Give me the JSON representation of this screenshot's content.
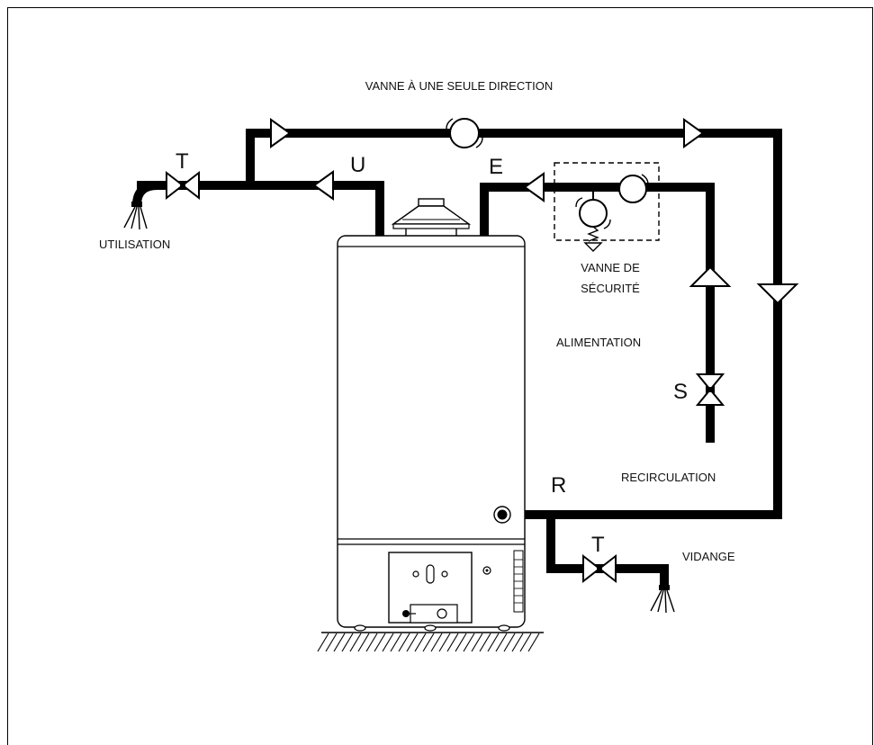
{
  "labels": {
    "one_way_valve": "VANNE À UNE SEULE DIRECTION",
    "use": "UTILISATION",
    "safety_valve_line1": "VANNE DE",
    "safety_valve_line2": "SÉCURITÉ",
    "supply": "ALIMENTATION",
    "recirculation": "RECIRCULATION",
    "drain": "VIDANGE"
  },
  "letters": {
    "tap_use": "T",
    "outlet": "U",
    "inlet": "E",
    "shutoff": "S",
    "return": "R",
    "tap_drain": "T"
  },
  "icons": [
    "check-valve-icon",
    "gate-valve-icon",
    "flow-arrow-icon",
    "shower-head-icon",
    "water-heater-icon",
    "ground-hatch-icon"
  ]
}
